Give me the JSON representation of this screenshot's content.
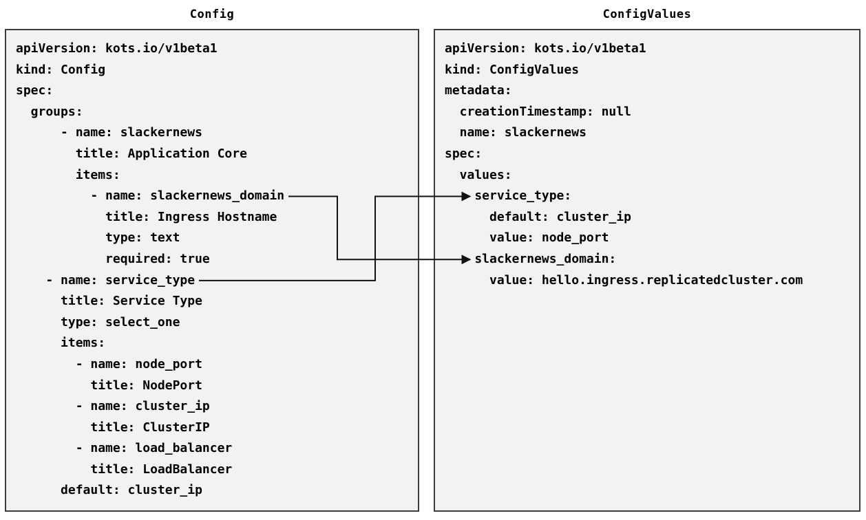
{
  "colors": {
    "panel_bg": "#f2f2f2",
    "panel_border": "#3d3d3d",
    "code_text": "#000000",
    "connector": "#111111",
    "page_bg": "#ffffff"
  },
  "panels": {
    "config": {
      "title": "Config",
      "yaml_lines": [
        "apiVersion: kots.io/v1beta1",
        "kind: Config",
        "spec:",
        "  groups:",
        "      - name: slackernews",
        "        title: Application Core",
        "        items:",
        "          - name: slackernews_domain",
        "            title: Ingress Hostname",
        "            type: text",
        "            required: true",
        "    - name: service_type",
        "      title: Service Type",
        "      type: select_one",
        "      items:",
        "        - name: node_port",
        "          title: NodePort",
        "        - name: cluster_ip",
        "          title: ClusterIP",
        "        - name: load_balancer",
        "          title: LoadBalancer",
        "      default: cluster_ip"
      ]
    },
    "config_values": {
      "title": "ConfigValues",
      "yaml_lines": [
        "apiVersion: kots.io/v1beta1",
        "kind: ConfigValues",
        "metadata:",
        "  creationTimestamp: null",
        "  name: slackernews",
        "spec:",
        "  values:",
        "    service_type:",
        "      default: cluster_ip",
        "      value: node_port",
        "    slackernews_domain:",
        "      value: hello.ingress.replicatedcluster.com"
      ]
    }
  },
  "connections": [
    {
      "from": "Config item slackernews_domain",
      "to": "ConfigValues slackernews_domain"
    },
    {
      "from": "Config group service_type",
      "to": "ConfigValues service_type"
    }
  ]
}
